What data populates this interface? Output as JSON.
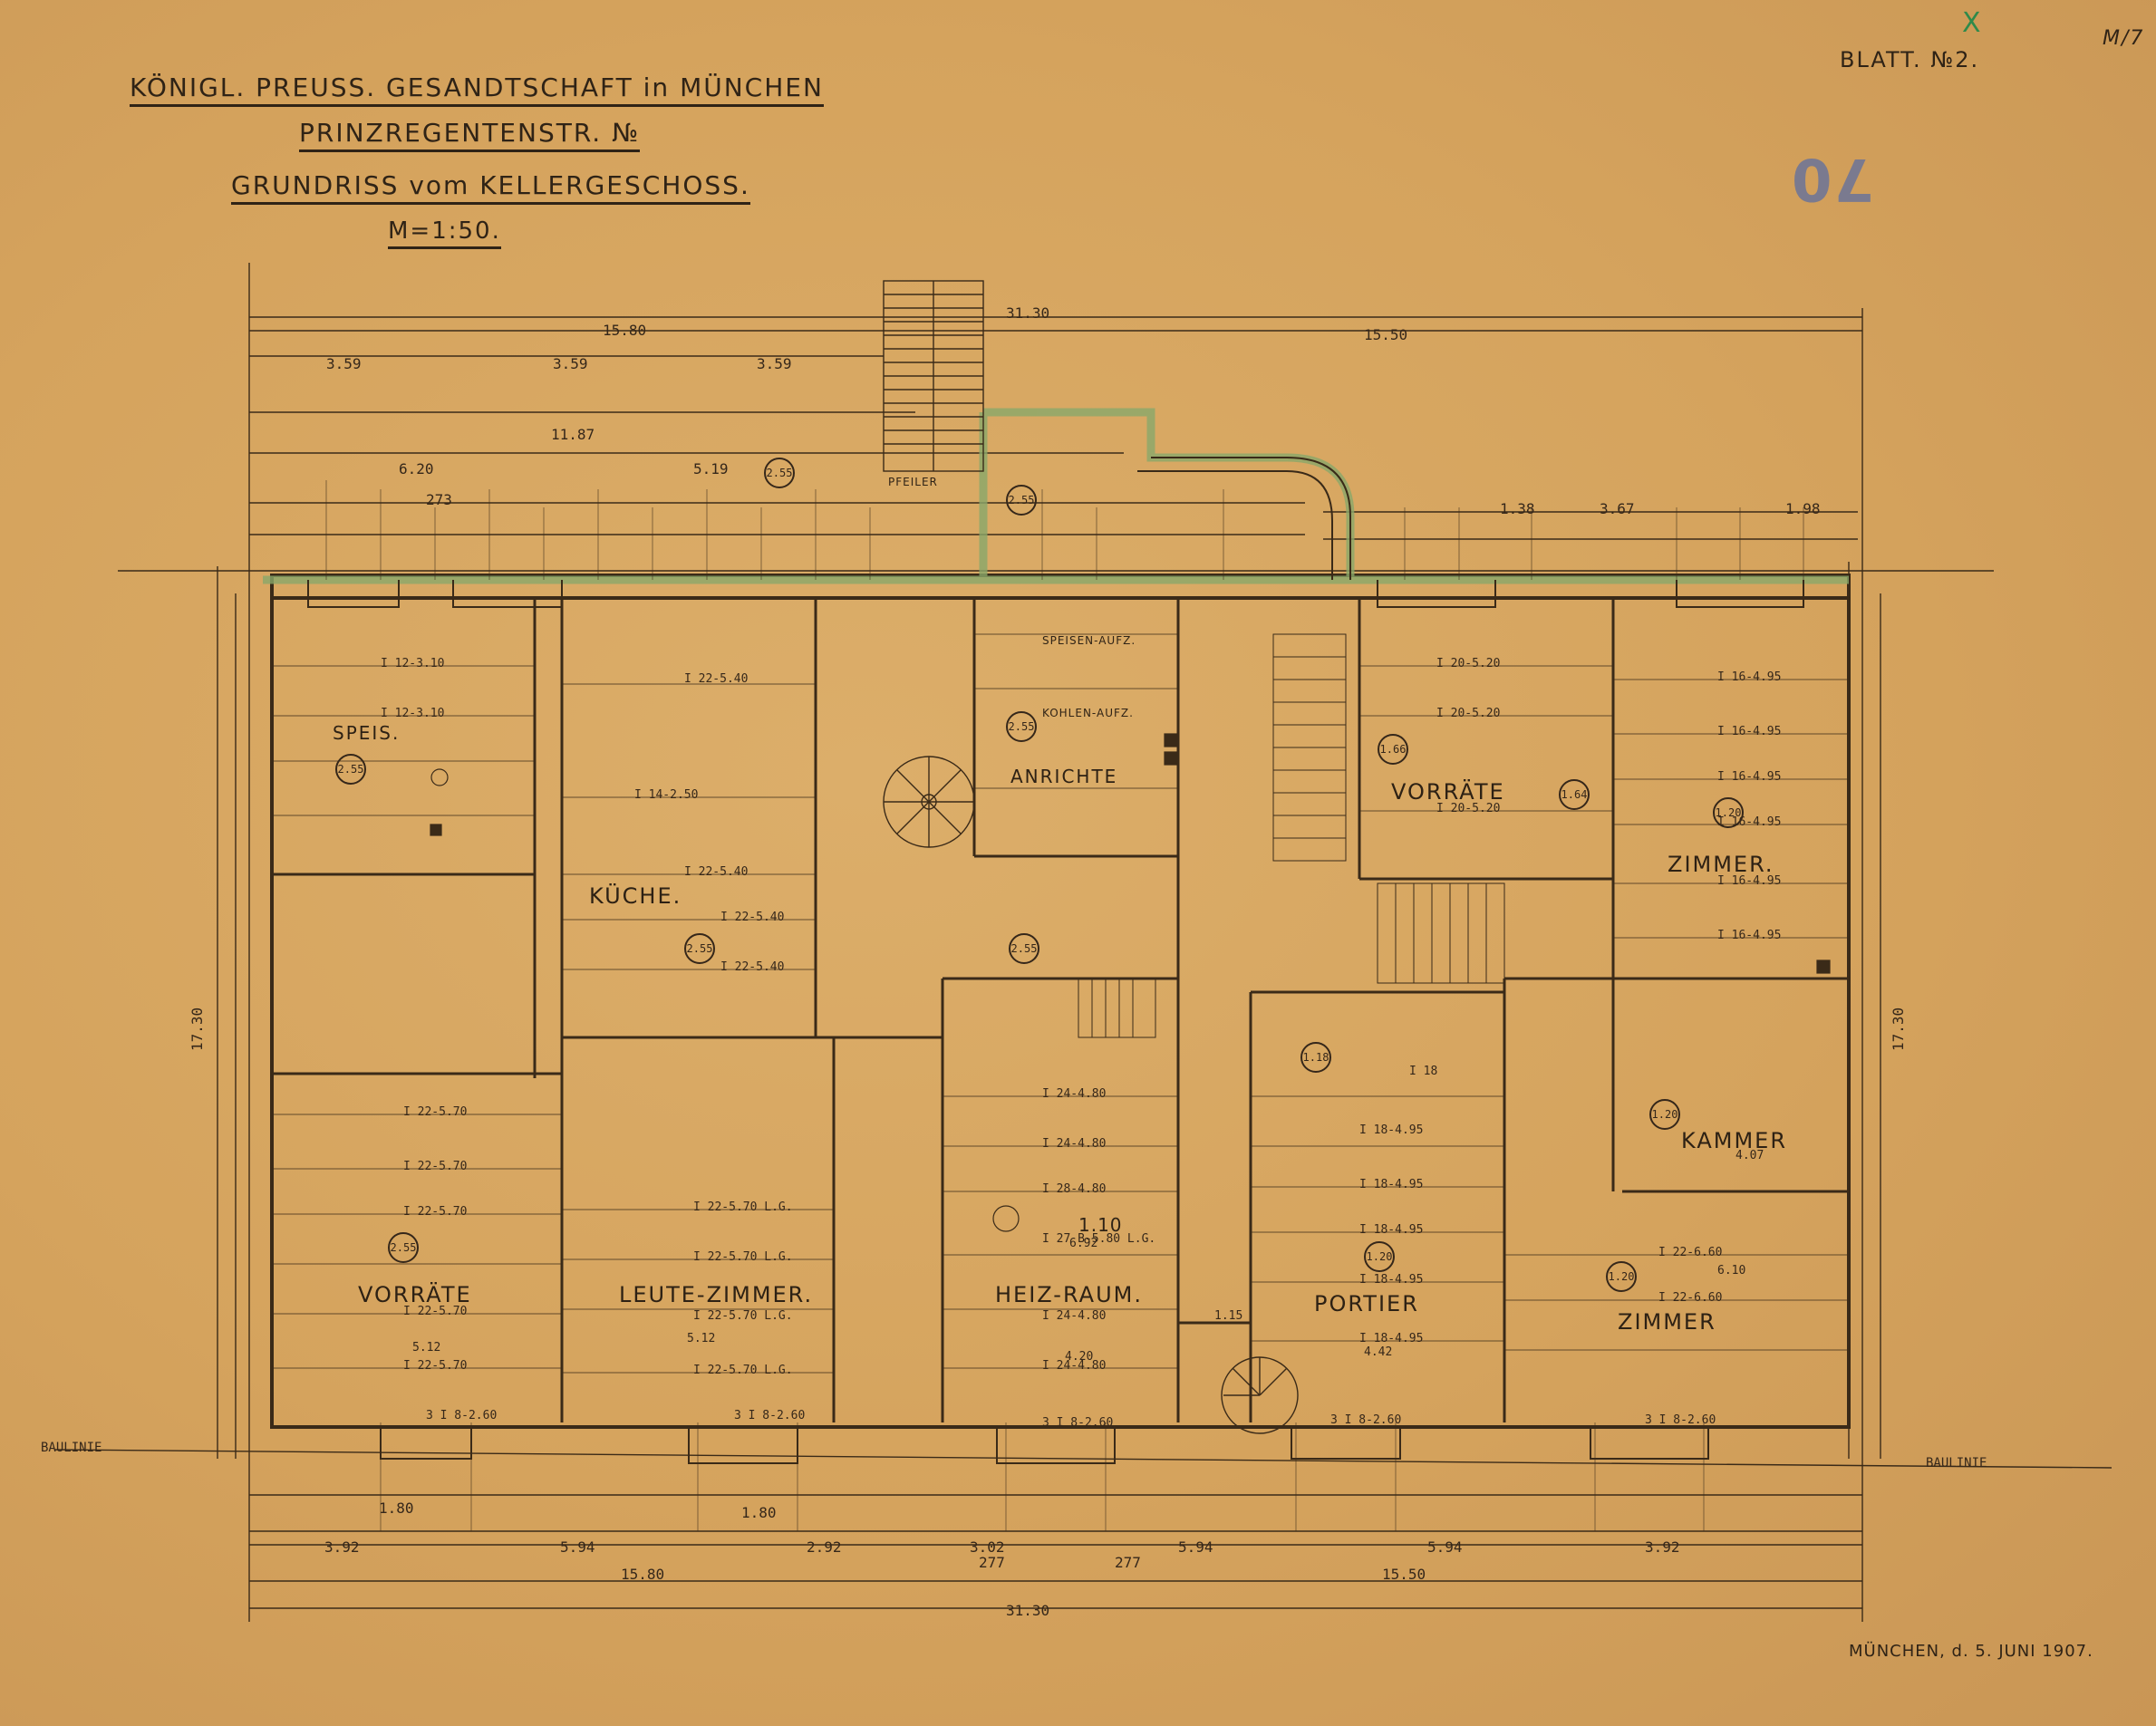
{
  "title": {
    "line1": "KÖNIGL. PREUSS. GESANDTSCHAFT in MÜNCHEN",
    "line2": "PRINZREGENTENSTR. №",
    "line3": "GRUNDRISS vom KELLERGESCHOSS.",
    "scale": "M=1:50.",
    "sheet": "BLATT. №2.",
    "green_mark": "X",
    "stamp": "70",
    "corner_mark": "M/7"
  },
  "footer": {
    "date": "MÜNCHEN, d. 5. JUNI 1907."
  },
  "rooms": {
    "speis": "SPEIS.",
    "kueche": "KÜCHE.",
    "anrichte": "ANRICHTE",
    "vorraete_top": "VORRÄTE",
    "zimmer_top": "ZIMMER.",
    "kammer": "KAMMER",
    "vorraete_bottom": "VORRÄTE",
    "leute_zimmer": "LEUTE-ZIMMER.",
    "heiz_raum": "HEIZ-RAUM.",
    "portier": "PORTIER",
    "zimmer_bottom": "ZIMMER"
  },
  "circles": [
    "2.55",
    "2.55",
    "2.55",
    "2.55",
    "1.66",
    "1.64",
    "1.20",
    "2.55",
    "2.55",
    "1.18",
    "1.20",
    "2.55",
    "1.20",
    "1.20"
  ],
  "dims": {
    "overall_width_top": "31.30",
    "left_half_top": "15.80",
    "right_half_top": "15.50",
    "overall_width_bottom": "31.30",
    "left_half_bottom": "15.80",
    "right_half_bottom": "15.50",
    "depth_left": "17.30",
    "depth_right": "17.30",
    "d_1187": "11.87",
    "d_620": "6.20",
    "d_519": "5.19",
    "d_273": "273",
    "d_359_a": "3.59",
    "d_359_b": "3.59",
    "d_359_c": "3.59",
    "d_138": "1.38",
    "d_367": "3.67",
    "d_198": "1.98",
    "d_392_a": "3.92",
    "d_594_a": "5.94",
    "d_292": "2.92",
    "d_302": "3.02",
    "d_594_b": "5.94",
    "d_594_c": "5.94",
    "d_392_b": "3.92",
    "baulinie_left": "BAULINIE",
    "baulinie_right": "BAULINIE",
    "d_180_a": "1.80",
    "d_180_b": "1.80",
    "d_277_a": "277",
    "d_277_b": "277"
  },
  "beams": [
    "I 12-3.10",
    "I 12-3.10",
    "I 22-5.40",
    "I 14-2.50",
    "I 22-5.40",
    "I 22-5.40",
    "I 22-5.40",
    "I 22-5.70",
    "I 22-5.70",
    "I 22-5.70",
    "I 22-5.70",
    "I 22-5.70",
    "I 22-5.70 L.G.",
    "I 22-5.70 L.G.",
    "I 22-5.70 L.G.",
    "I 22-5.70 L.G.",
    "I 24-4.80",
    "I 24-4.80",
    "I 28-4.80",
    "I 24-4.80",
    "I 24-4.80",
    "I 18-4.95",
    "I 18-4.95",
    "I 18-4.95",
    "I 18-4.95",
    "I 18-4.95",
    "I 22-6.60",
    "I 22-6.60",
    "I 16-4.95",
    "I 16-4.95",
    "I 16-4.95",
    "I 16-4.95",
    "I 16-4.95",
    "I 16-4.95",
    "I 20-5.20",
    "I 20-5.20",
    "I 20-5.20",
    "1.15",
    "3 I 8-2.60",
    "3 I 8-2.60",
    "3 I 8-2.60",
    "3 I 8-2.60",
    "3 I 8-2.60",
    "I 18",
    "6.10",
    "4.07",
    "4.20",
    "6.92",
    "4.42",
    "5.12",
    "5.12",
    "I 27 B-5.80 L.G."
  ],
  "notes": {
    "speisen_aufzug": "SPEISEN-AUFZ.",
    "kohlen_aufzug": "KOHLEN-AUFZ.",
    "pfeiler": "PFEILER",
    "heiz_dim": "1.10"
  }
}
